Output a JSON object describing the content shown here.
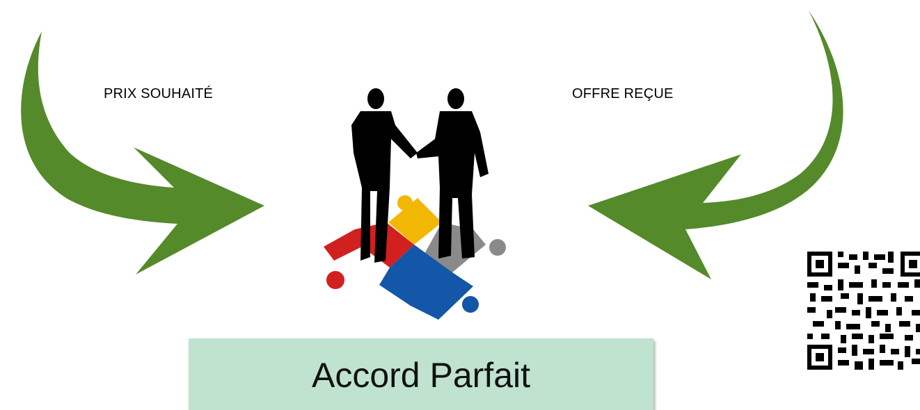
{
  "labels": {
    "left": "PRIX SOUHAITÉ",
    "right": "OFFRE REÇUE"
  },
  "result": {
    "text": "Accord Parfait",
    "box_color": "#bfe3cf"
  },
  "colors": {
    "arrow": "#548a2a",
    "puzzle_red": "#d21f1f",
    "puzzle_yellow": "#f2b705",
    "puzzle_blue": "#1456a8",
    "puzzle_gray": "#8a8a8a",
    "silhouette": "#000000"
  },
  "icons": {
    "left_arrow": "curved-arrow-right-icon",
    "right_arrow": "curved-arrow-left-icon",
    "illustration": "handshake-puzzle-illustration",
    "qr": "qr-code-icon"
  }
}
